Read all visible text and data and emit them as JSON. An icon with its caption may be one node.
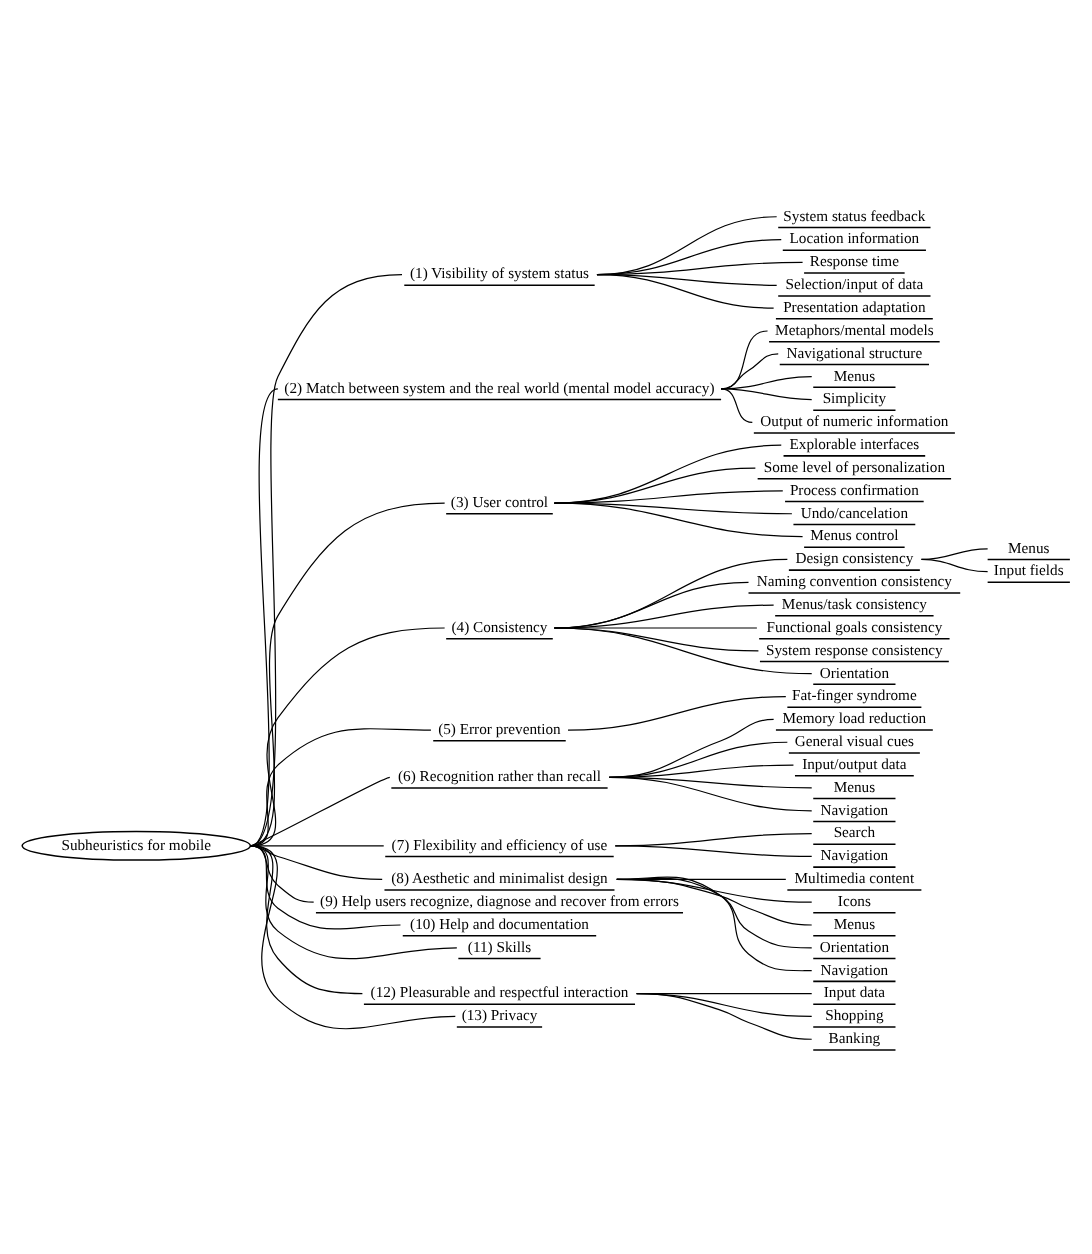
{
  "diagram": {
    "nodes": [
      {
        "text": [
          "Subheuristics for mobile"
        ]
      },
      {
        "text": [
          "(1) Visibility of system status"
        ]
      },
      {
        "text": [
          "System status feedback"
        ]
      },
      {
        "text": [
          "Location information"
        ]
      },
      {
        "text": [
          "Response time"
        ]
      },
      {
        "text": [
          "Selection/input of data"
        ]
      },
      {
        "text": [
          "Presentation adaptation"
        ]
      },
      {
        "text": [
          "(2) Match between system and the real world (mental model accuracy)"
        ]
      },
      {
        "text": [
          "Metaphors/mental models"
        ]
      },
      {
        "text": [
          "Navigational structure"
        ]
      },
      {
        "text": [
          "Menus"
        ]
      },
      {
        "text": [
          "Simplicity"
        ]
      },
      {
        "text": [
          "Output of numeric information"
        ]
      },
      {
        "text": [
          "(3) User control"
        ]
      },
      {
        "text": [
          "Explorable interfaces"
        ]
      },
      {
        "text": [
          "Some level of personalization"
        ]
      },
      {
        "text": [
          "Process confirmation"
        ]
      },
      {
        "text": [
          "Undo/cancelation"
        ]
      },
      {
        "text": [
          "Menus control"
        ]
      },
      {
        "text": [
          "(4) Consistency"
        ]
      },
      {
        "text": [
          "Design consistency"
        ]
      },
      {
        "text": [
          "Menus"
        ]
      },
      {
        "text": [
          "Input fields"
        ]
      },
      {
        "text": [
          "Naming convention consistency"
        ]
      },
      {
        "text": [
          "Menus/task consistency"
        ]
      },
      {
        "text": [
          "Functional goals consistency"
        ]
      },
      {
        "text": [
          "System response consistency"
        ]
      },
      {
        "text": [
          "Orientation"
        ]
      },
      {
        "text": [
          "(5) Error prevention"
        ]
      },
      {
        "text": [
          "Fat-finger syndrome"
        ]
      },
      {
        "text": [
          "(6) Recognition rather than recall"
        ]
      },
      {
        "text": [
          "Memory load reduction"
        ]
      },
      {
        "text": [
          "General visual cues"
        ]
      },
      {
        "text": [
          "Input/output data"
        ]
      },
      {
        "text": [
          "Menus"
        ]
      },
      {
        "text": [
          "Navigation"
        ]
      },
      {
        "text": [
          "(7) Flexibility and efficiency of use"
        ]
      },
      {
        "text": [
          "Search"
        ]
      },
      {
        "text": [
          "Navigation"
        ]
      },
      {
        "text": [
          "(8) Aesthetic and minimalist design"
        ]
      },
      {
        "text": [
          "Multimedia content"
        ]
      },
      {
        "text": [
          "Icons"
        ]
      },
      {
        "text": [
          "Menus"
        ]
      },
      {
        "text": [
          "Orientation"
        ]
      },
      {
        "text": [
          "Navigation"
        ]
      },
      {
        "text": [
          "(9) Help users recognize, diagnose and recover from errors"
        ]
      },
      {
        "text": [
          "(10) Help and documentation"
        ]
      },
      {
        "text": [
          "(11) Skills"
        ]
      },
      {
        "text": [
          "(12) Pleasurable and respectful interaction"
        ]
      },
      {
        "text": [
          "Input data"
        ]
      },
      {
        "text": [
          "Shopping"
        ]
      },
      {
        "text": [
          "Banking"
        ]
      },
      {
        "text": [
          "(13) Privacy"
        ]
      }
    ],
    "edges": [
      {
        "from": 0,
        "to": 1,
        "arrow": "none"
      },
      {
        "from": 1,
        "to": 2,
        "arrow": "none"
      },
      {
        "from": 1,
        "to": 3,
        "arrow": "none"
      },
      {
        "from": 1,
        "to": 4,
        "arrow": "none"
      },
      {
        "from": 1,
        "to": 5,
        "arrow": "none"
      },
      {
        "from": 1,
        "to": 6,
        "arrow": "none"
      },
      {
        "from": 0,
        "to": 7,
        "arrow": "none"
      },
      {
        "from": 7,
        "to": 8,
        "arrow": "none"
      },
      {
        "from": 7,
        "to": 9,
        "arrow": "none"
      },
      {
        "from": 7,
        "to": 10,
        "arrow": "none"
      },
      {
        "from": 7,
        "to": 11,
        "arrow": "none"
      },
      {
        "from": 7,
        "to": 12,
        "arrow": "none"
      },
      {
        "from": 0,
        "to": 13,
        "arrow": "none"
      },
      {
        "from": 13,
        "to": 14,
        "arrow": "none"
      },
      {
        "from": 13,
        "to": 15,
        "arrow": "none"
      },
      {
        "from": 13,
        "to": 16,
        "arrow": "none"
      },
      {
        "from": 13,
        "to": 17,
        "arrow": "none"
      },
      {
        "from": 13,
        "to": 18,
        "arrow": "none"
      },
      {
        "from": 0,
        "to": 19,
        "arrow": "none"
      },
      {
        "from": 19,
        "to": 20,
        "arrow": "none"
      },
      {
        "from": 20,
        "to": 21,
        "arrow": "none"
      },
      {
        "from": 20,
        "to": 22,
        "arrow": "none"
      },
      {
        "from": 19,
        "to": 23,
        "arrow": "none"
      },
      {
        "from": 19,
        "to": 24,
        "arrow": "none"
      },
      {
        "from": 19,
        "to": 25,
        "arrow": "none"
      },
      {
        "from": 19,
        "to": 26,
        "arrow": "none"
      },
      {
        "from": 19,
        "to": 27,
        "arrow": "none"
      },
      {
        "from": 0,
        "to": 28,
        "arrow": "none"
      },
      {
        "from": 28,
        "to": 29,
        "arrow": "none"
      },
      {
        "from": 0,
        "to": 30,
        "arrow": "none"
      },
      {
        "from": 30,
        "to": 31,
        "arrow": "none"
      },
      {
        "from": 30,
        "to": 32,
        "arrow": "none"
      },
      {
        "from": 30,
        "to": 33,
        "arrow": "none"
      },
      {
        "from": 30,
        "to": 34,
        "arrow": "none"
      },
      {
        "from": 30,
        "to": 35,
        "arrow": "none"
      },
      {
        "from": 0,
        "to": 36,
        "arrow": "none"
      },
      {
        "from": 36,
        "to": 37,
        "arrow": "none"
      },
      {
        "from": 36,
        "to": 38,
        "arrow": "none"
      },
      {
        "from": 0,
        "to": 39,
        "arrow": "none"
      },
      {
        "from": 39,
        "to": 40,
        "arrow": "none"
      },
      {
        "from": 39,
        "to": 41,
        "arrow": "none"
      },
      {
        "from": 39,
        "to": 42,
        "arrow": "none"
      },
      {
        "from": 39,
        "to": 43,
        "arrow": "none"
      },
      {
        "from": 39,
        "to": 44,
        "arrow": "none"
      },
      {
        "from": 0,
        "to": 45,
        "arrow": "none"
      },
      {
        "from": 0,
        "to": 46,
        "arrow": "none"
      },
      {
        "from": 0,
        "to": 47,
        "arrow": "none"
      },
      {
        "from": 0,
        "to": 48,
        "arrow": "none"
      },
      {
        "from": 48,
        "to": 49,
        "arrow": "none"
      },
      {
        "from": 48,
        "to": 50,
        "arrow": "none"
      },
      {
        "from": 48,
        "to": 51,
        "arrow": "none"
      },
      {
        "from": 0,
        "to": 52,
        "arrow": "none"
      }
    ]
  }
}
